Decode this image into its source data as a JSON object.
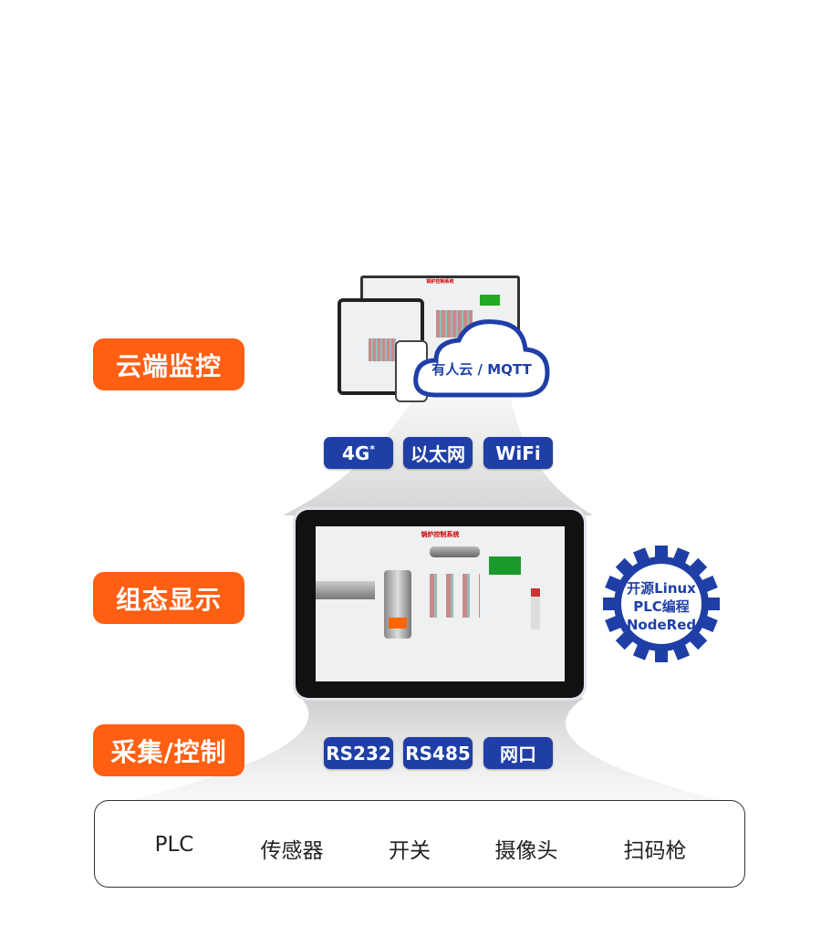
{
  "tiers": {
    "cloud_label": "云端监控",
    "hmi_label": "组态显示",
    "io_label": "采集/控制"
  },
  "cloud": {
    "text": "有人云 / MQTT",
    "screen_title": "锅炉控制系统"
  },
  "uplink": [
    {
      "label": "4G",
      "sup": "*"
    },
    {
      "label": "以太网"
    },
    {
      "label": "WiFi"
    }
  ],
  "device": {
    "screen_title": "锅炉控制系统"
  },
  "gear_badge": {
    "line1": "开源Linux",
    "line2": "PLC编程",
    "line3": "NodeRed"
  },
  "downlink": [
    {
      "label": "RS232"
    },
    {
      "label": "RS485"
    },
    {
      "label": "网口"
    }
  ],
  "field_devices": [
    "PLC",
    "传感器",
    "开关",
    "摄像头",
    "扫码枪"
  ],
  "colors": {
    "orange": "#ff5f12",
    "blue": "#1f3fa6",
    "gear": "#1f3fa6"
  }
}
